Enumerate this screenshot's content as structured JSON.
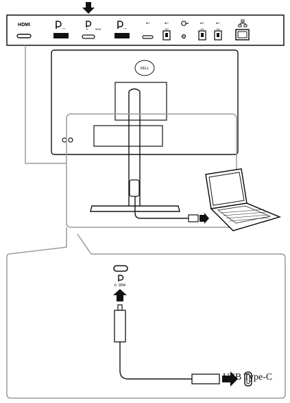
{
  "port_panel": {
    "hdmi_label": "HDMI",
    "watt_label": "90W",
    "ss_label": "SS",
    "ports": [
      {
        "name": "hdmi",
        "icon": "hdmi-icon"
      },
      {
        "name": "displayport-in",
        "icon": "displayport-icon"
      },
      {
        "name": "usb-c-upstream",
        "icon": "displayport-usb-c-icon"
      },
      {
        "name": "displayport-out",
        "icon": "displayport-icon"
      },
      {
        "name": "usb-c-downstream",
        "icon": "usb-icon"
      },
      {
        "name": "usb-a-1",
        "icon": "usb-ss-icon"
      },
      {
        "name": "audio-out",
        "icon": "headphone-icon"
      },
      {
        "name": "usb-a-2",
        "icon": "usb-ss-icon"
      },
      {
        "name": "usb-a-3",
        "icon": "usb-ss-icon"
      },
      {
        "name": "ethernet",
        "icon": "network-icon"
      }
    ]
  },
  "monitor": {
    "logo_text": "DELL"
  },
  "detail": {
    "watt_label": "90W",
    "usb_type_c_label": "USB Type-C"
  },
  "colors": {
    "outline": "#111111",
    "frame": "#9a9a9a",
    "arrow": "#111111"
  }
}
